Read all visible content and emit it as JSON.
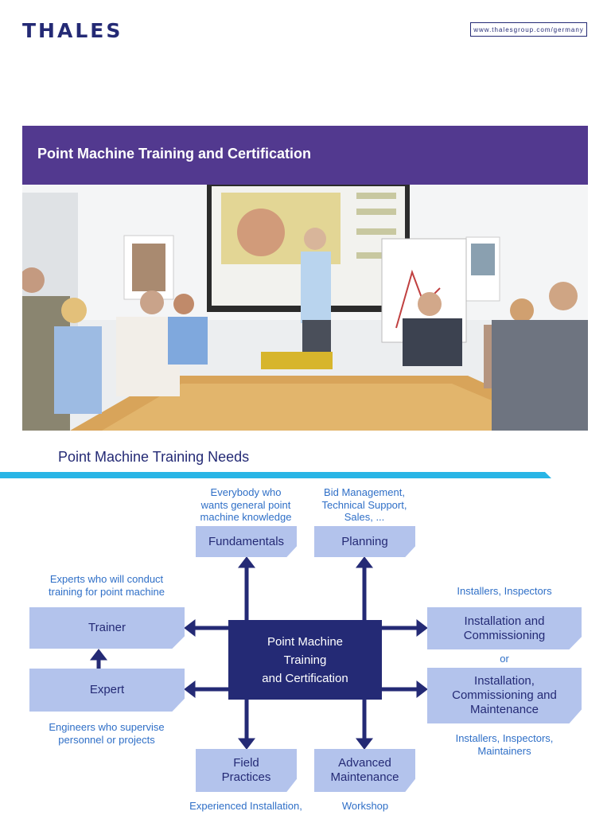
{
  "header": {
    "logo": "THALES",
    "url": "www.thalesgroup.com/germany"
  },
  "banner": {
    "title": "Point Machine Training and Certification"
  },
  "section": {
    "title": "Point Machine Training Needs"
  },
  "diagram": {
    "center": [
      "Point Machine",
      "Training",
      "and Certification"
    ],
    "fundamentals": {
      "label": "Fundamentals",
      "caption": [
        "Everybody who",
        "wants general point",
        "machine knowledge"
      ]
    },
    "planning": {
      "label": "Planning",
      "caption": [
        "Bid Management,",
        "Technical Support,",
        "Sales, ..."
      ]
    },
    "trainer": {
      "label": "Trainer",
      "caption": [
        "Experts who will conduct",
        "training for point machine"
      ]
    },
    "expert": {
      "label": "Expert",
      "caption": [
        "Engineers who supervise",
        "personnel or projects"
      ]
    },
    "installation": {
      "label": [
        "Installation and",
        "Commissioning"
      ],
      "caption": "Installers, Inspectors"
    },
    "or_label": "or",
    "maintenance": {
      "label": [
        "Installation,",
        "Commissioning and",
        "Maintenance"
      ],
      "caption": [
        "Installers, Inspectors,",
        "Maintainers"
      ]
    },
    "field": {
      "label": [
        "Field",
        "Practices"
      ],
      "caption": "Experienced Installation,"
    },
    "advanced": {
      "label": [
        "Advanced",
        "Maintenance"
      ],
      "caption": "Workshop"
    }
  },
  "colors": {
    "navy": "#242a75",
    "purple": "#52398f",
    "box": "#b3c3ec",
    "caption": "#2f6fc7",
    "cyan": "#29b5e6"
  }
}
